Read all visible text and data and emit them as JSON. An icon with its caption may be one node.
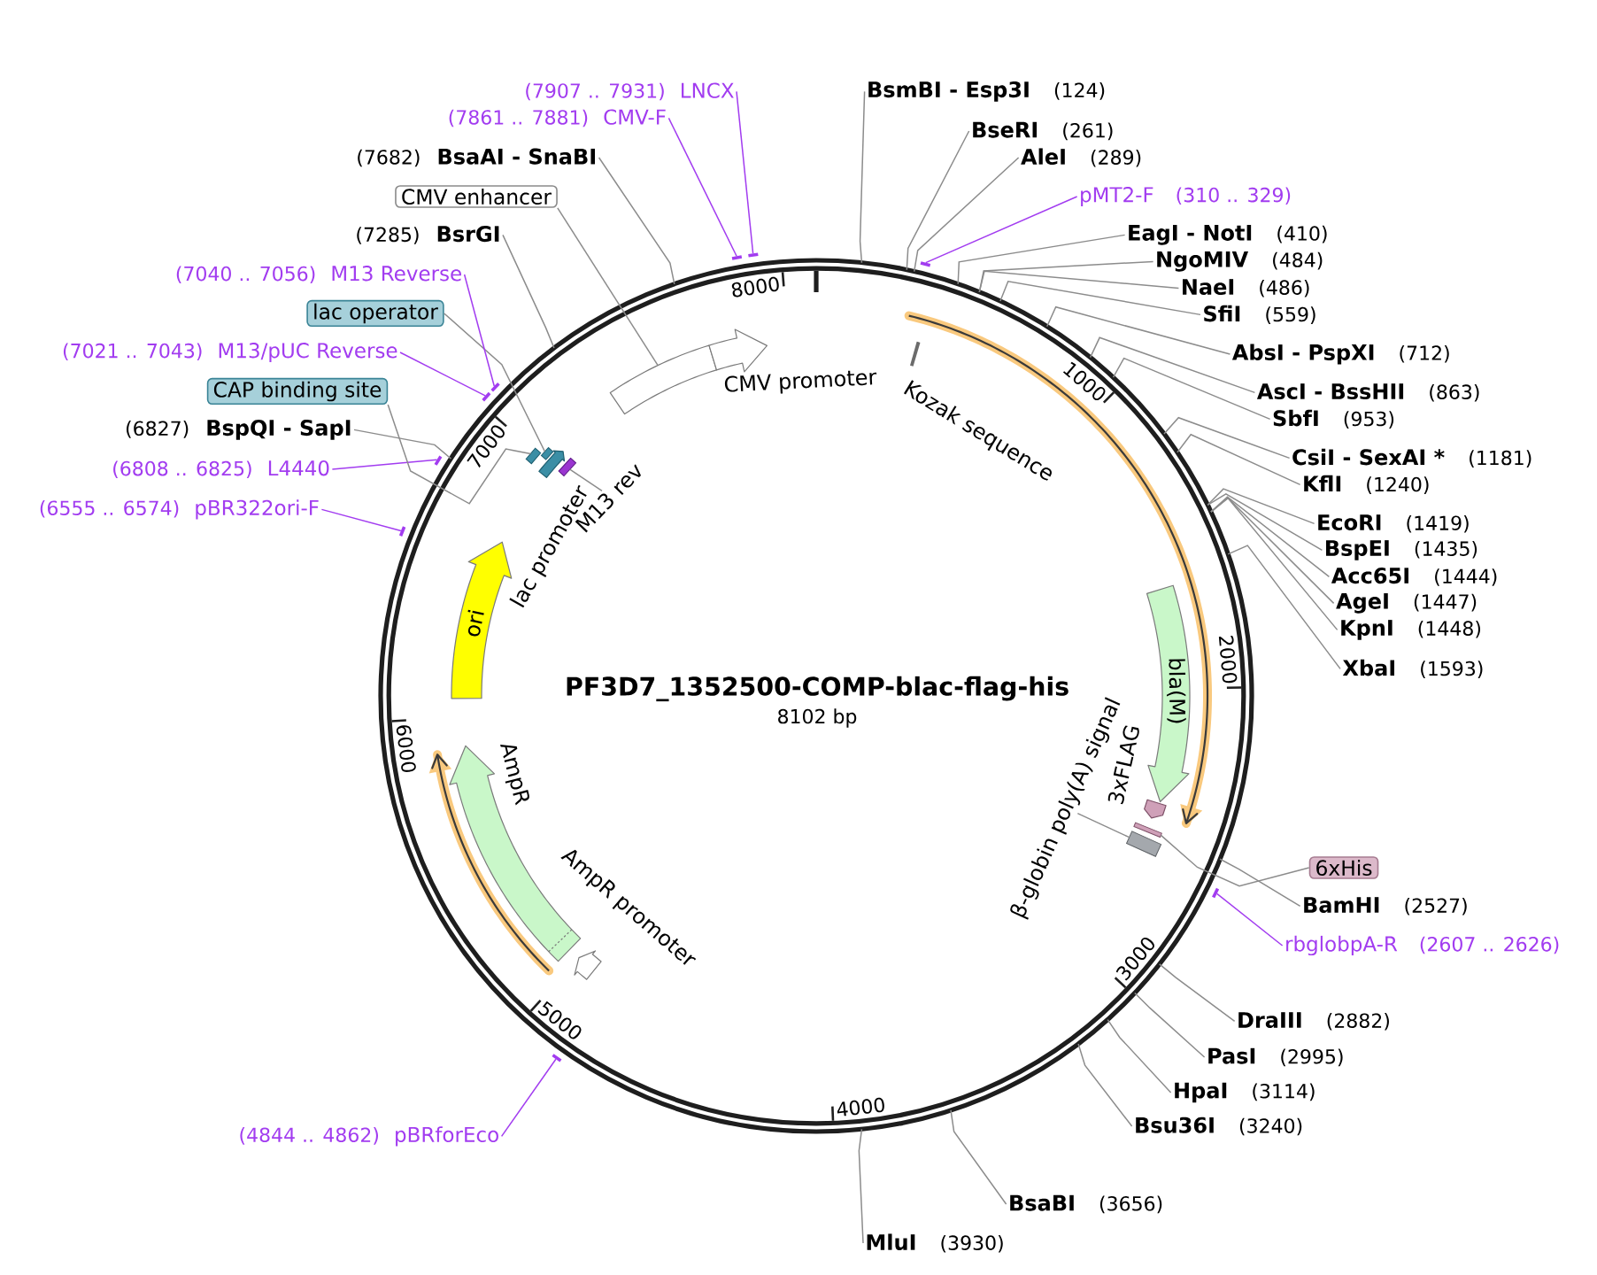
{
  "diagram": {
    "title": "PF3D7_1352500-COMP-blac-flag-his",
    "nodes": [
      {
        "text": [],
        "shape": "circle"
      },
      {
        "text": [
          "Kozak sequence"
        ],
        "in": 0
      },
      {
        "text": [
          "bla(M)"
        ],
        "in": 0
      },
      {
        "text": [
          "3xFLAG"
        ],
        "in": 0
      },
      {
        "text": [],
        "shape": "bar",
        "in": 0
      },
      {
        "text": [],
        "shape": "box",
        "in": 0
      },
      {
        "text": [
          "β-globin poly(A) signal"
        ],
        "in": 0
      },
      {
        "text": [
          "AmpR promoter"
        ],
        "in": 0
      },
      {
        "text": [
          "AmpR"
        ],
        "in": 0
      },
      {
        "text": [
          "ori"
        ],
        "in": 0
      },
      {
        "text": [],
        "shape": "bar",
        "in": 0
      },
      {
        "text": [
          "lac promoter"
        ],
        "in": 0
      },
      {
        "text": [],
        "shape": "bar",
        "in": 0
      },
      {
        "text": [],
        "shape": "bar",
        "in": 0
      },
      {
        "text": [
          "M13 rev"
        ],
        "in": 0
      },
      {
        "text": [],
        "shape": "bar",
        "in": 0
      },
      {
        "text": [
          "CMV promoter"
        ],
        "in": 0
      },
      {
        "text": [
          "BsmBI - Esp3I",
          "(124)"
        ]
      },
      {
        "text": [
          "BseRI",
          "(261)"
        ]
      },
      {
        "text": [
          "AleI",
          "(289)"
        ]
      },
      {
        "text": [
          "pMT2-F",
          "(310 .. 329)"
        ]
      },
      {
        "text": [
          "EagI - NotI",
          "(410)"
        ]
      },
      {
        "text": [
          "NgoMIV",
          "(484)"
        ]
      },
      {
        "text": [
          "NaeI",
          "(486)"
        ]
      },
      {
        "text": [
          "SfiI",
          "(559)"
        ]
      },
      {
        "text": [
          "AbsI - PspXI",
          "(712)"
        ]
      },
      {
        "text": [
          "AscI - BssHII",
          "(863)"
        ]
      },
      {
        "text": [
          "SbfI",
          "(953)"
        ]
      },
      {
        "text": [
          "CsiI - SexAI *",
          "(1181)"
        ]
      },
      {
        "text": [
          "KflI",
          "(1240)"
        ]
      },
      {
        "text": [
          "EcoRI",
          "(1419)"
        ]
      },
      {
        "text": [
          "BspEI",
          "(1435)"
        ]
      },
      {
        "text": [
          "Acc65I",
          "(1444)"
        ]
      },
      {
        "text": [
          "AgeI",
          "(1447)"
        ]
      },
      {
        "text": [
          "KpnI",
          "(1448)"
        ]
      },
      {
        "text": [
          "XbaI",
          "(1593)"
        ]
      },
      {
        "text": [
          "6xHis"
        ]
      },
      {
        "text": [
          "BamHI",
          "(2527)"
        ]
      },
      {
        "text": [
          "rbglobpA-R",
          "(2607 .. 2626)"
        ]
      },
      {
        "text": [
          "DraIII",
          "(2882)"
        ]
      },
      {
        "text": [
          "PasI",
          "(2995)"
        ]
      },
      {
        "text": [
          "HpaI",
          "(3114)"
        ]
      },
      {
        "text": [
          "Bsu36I",
          "(3240)"
        ]
      },
      {
        "text": [
          "BsaBI",
          "(3656)"
        ]
      },
      {
        "text": [
          "MluI",
          "(3930)"
        ]
      },
      {
        "text": [
          "(4844 .. 4862)",
          "pBRforEco"
        ]
      },
      {
        "text": [
          "(6555 .. 6574)",
          "pBR322ori-F"
        ]
      },
      {
        "text": [
          "(6808 .. 6825)",
          "L4440"
        ]
      },
      {
        "text": [
          "(6827)",
          "BspQI - SapI"
        ]
      },
      {
        "text": [
          "CAP binding site"
        ]
      },
      {
        "text": [
          "(7021 .. 7043)",
          "M13/pUC Reverse"
        ]
      },
      {
        "text": [
          "lac operator"
        ]
      },
      {
        "text": [
          "(7040 .. 7056)",
          "M13 Reverse"
        ]
      },
      {
        "text": [
          "(7285)",
          "BsrGI"
        ]
      },
      {
        "text": [
          "CMV enhancer"
        ]
      },
      {
        "text": [
          "(7682)",
          "BsaAI - SnaBI"
        ]
      },
      {
        "text": [
          "(7861 .. 7881)",
          "CMV-F"
        ]
      },
      {
        "text": [
          "(7907 .. 7931)",
          "LNCX"
        ]
      },
      {
        "text": [],
        "shape": "bar"
      },
      {
        "text": [],
        "shape": "bar"
      },
      {
        "text": [],
        "shape": "bar"
      },
      {
        "text": [],
        "shape": "bar"
      },
      {
        "text": [],
        "shape": "bar"
      },
      {
        "text": [],
        "shape": "bar"
      },
      {
        "text": [],
        "shape": "bar"
      },
      {
        "text": [],
        "shape": "bar"
      },
      {
        "text": [],
        "shape": "bar"
      }
    ],
    "edges": [
      {
        "from": 6,
        "to": 5,
        "arrow": "none"
      },
      {
        "from": 14,
        "to": 13,
        "arrow": "none"
      },
      {
        "from": 17,
        "to": 0,
        "arrow": "none"
      },
      {
        "from": 18,
        "to": 0,
        "arrow": "none"
      },
      {
        "from": 19,
        "to": 0,
        "arrow": "none"
      },
      {
        "from": 20,
        "to": 58,
        "arrow": "none",
        "color": "#a23cf0"
      },
      {
        "from": 21,
        "to": 0,
        "arrow": "none"
      },
      {
        "from": 22,
        "to": 0,
        "arrow": "none"
      },
      {
        "from": 23,
        "to": 0,
        "arrow": "none"
      },
      {
        "from": 24,
        "to": 0,
        "arrow": "none"
      },
      {
        "from": 25,
        "to": 0,
        "arrow": "none"
      },
      {
        "from": 26,
        "to": 0,
        "arrow": "none"
      },
      {
        "from": 27,
        "to": 0,
        "arrow": "none"
      },
      {
        "from": 28,
        "to": 0,
        "arrow": "none"
      },
      {
        "from": 29,
        "to": 0,
        "arrow": "none"
      },
      {
        "from": 30,
        "to": 0,
        "arrow": "none"
      },
      {
        "from": 31,
        "to": 0,
        "arrow": "none"
      },
      {
        "from": 32,
        "to": 0,
        "arrow": "none"
      },
      {
        "from": 33,
        "to": 0,
        "arrow": "none"
      },
      {
        "from": 34,
        "to": 0,
        "arrow": "none"
      },
      {
        "from": 35,
        "to": 0,
        "arrow": "none"
      },
      {
        "from": 36,
        "to": 4,
        "arrow": "none"
      },
      {
        "from": 37,
        "to": 0,
        "arrow": "none"
      },
      {
        "from": 38,
        "to": 59,
        "arrow": "none",
        "color": "#a23cf0"
      },
      {
        "from": 39,
        "to": 0,
        "arrow": "none"
      },
      {
        "from": 40,
        "to": 0,
        "arrow": "none"
      },
      {
        "from": 41,
        "to": 0,
        "arrow": "none"
      },
      {
        "from": 42,
        "to": 0,
        "arrow": "none"
      },
      {
        "from": 43,
        "to": 0,
        "arrow": "none"
      },
      {
        "from": 44,
        "to": 0,
        "arrow": "none"
      },
      {
        "from": 45,
        "to": 60,
        "arrow": "none",
        "color": "#a23cf0"
      },
      {
        "from": 46,
        "to": 61,
        "arrow": "none",
        "color": "#a23cf0"
      },
      {
        "from": 47,
        "to": 62,
        "arrow": "none",
        "color": "#a23cf0"
      },
      {
        "from": 48,
        "to": 0,
        "arrow": "none"
      },
      {
        "from": 49,
        "to": 10,
        "arrow": "none"
      },
      {
        "from": 50,
        "to": 63,
        "arrow": "none",
        "color": "#a23cf0"
      },
      {
        "from": 51,
        "to": 12,
        "arrow": "none"
      },
      {
        "from": 52,
        "to": 64,
        "arrow": "none",
        "color": "#a23cf0"
      },
      {
        "from": 53,
        "to": 0,
        "arrow": "none"
      },
      {
        "from": 54,
        "to": 15,
        "arrow": "none"
      },
      {
        "from": 55,
        "to": 0,
        "arrow": "none"
      },
      {
        "from": 56,
        "to": 65,
        "arrow": "none",
        "color": "#a23cf0"
      },
      {
        "from": 57,
        "to": 66,
        "arrow": "none",
        "color": "#a23cf0"
      }
    ],
    "labels": [
      "8102 bp",
      "1000",
      "2000",
      "3000",
      "4000",
      "5000",
      "6000",
      "7000",
      "8000"
    ]
  }
}
